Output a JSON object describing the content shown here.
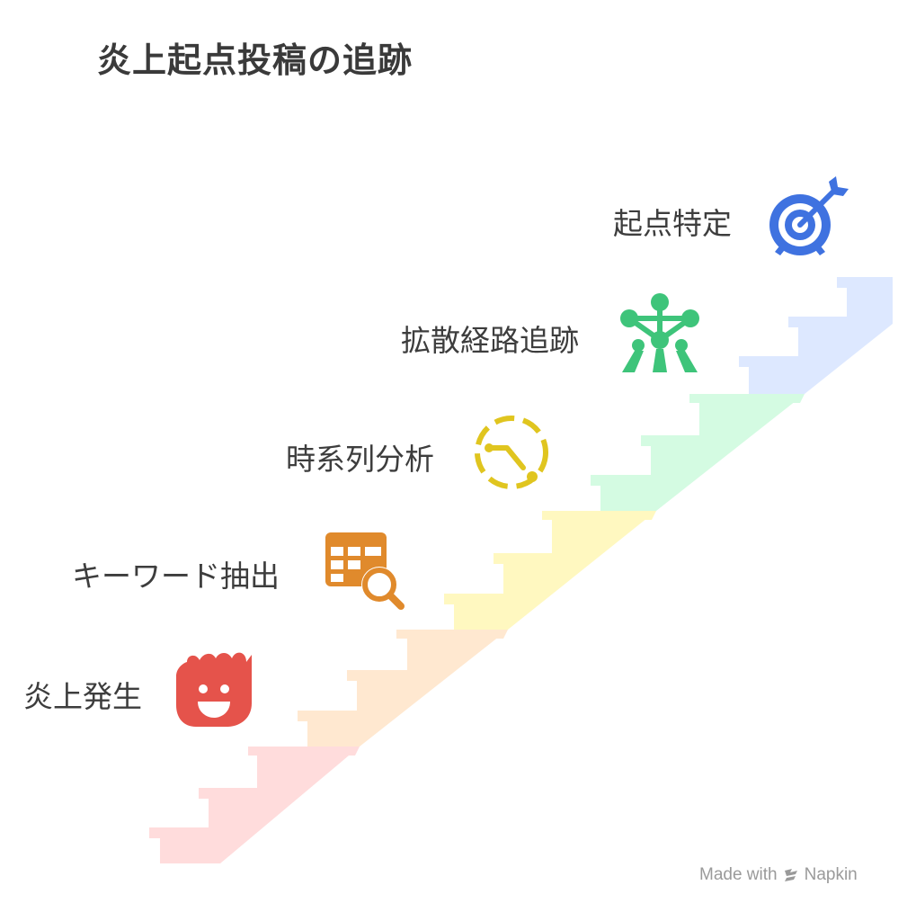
{
  "title": "炎上起点投稿の追跡",
  "steps": [
    {
      "label": "炎上発生",
      "icon": "flame-face-icon",
      "color": "#e5534b",
      "step_color": "#ffdcdc"
    },
    {
      "label": "キーワード抽出",
      "icon": "table-search-icon",
      "color": "#e08a2c",
      "step_color": "#ffe8d0"
    },
    {
      "label": "時系列分析",
      "icon": "timeline-circle-icon",
      "color": "#e0c51f",
      "step_color": "#fff8c0"
    },
    {
      "label": "拡散経路追跡",
      "icon": "tower-network-icon",
      "color": "#3ec47a",
      "step_color": "#d4fbe2"
    },
    {
      "label": "起点特定",
      "icon": "target-arrow-icon",
      "color": "#3f72e0",
      "step_color": "#dde8ff"
    }
  ],
  "watermark": {
    "prefix": "Made with",
    "brand": "Napkin"
  }
}
